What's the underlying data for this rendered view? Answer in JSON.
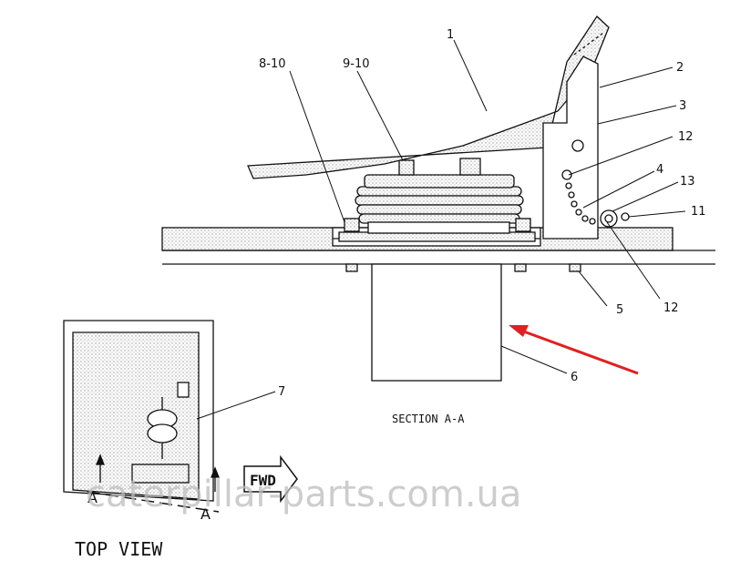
{
  "drawing": {
    "callouts": [
      {
        "id": "c1",
        "text": "1"
      },
      {
        "id": "c2",
        "text": "2"
      },
      {
        "id": "c3",
        "text": "3"
      },
      {
        "id": "c12a",
        "text": "12"
      },
      {
        "id": "c4",
        "text": "4"
      },
      {
        "id": "c13",
        "text": "13"
      },
      {
        "id": "c11",
        "text": "11"
      },
      {
        "id": "c12b",
        "text": "12"
      },
      {
        "id": "c5",
        "text": "5"
      },
      {
        "id": "c6",
        "text": "6"
      },
      {
        "id": "c7",
        "text": "7"
      },
      {
        "id": "c8_10",
        "text": "8-10"
      },
      {
        "id": "c9_10",
        "text": "9-10"
      }
    ],
    "section_caption": "SECTION A-A",
    "top_view_caption": "TOP VIEW",
    "fwd_label": "FWD",
    "section_marker_left": "A",
    "section_marker_right": "A",
    "watermark": "caterpillar-parts.com.ua",
    "colors": {
      "line": "#111111",
      "stipple": "#cfcfcf",
      "arrow": "#e02020",
      "watermark": "#bdbdbd"
    }
  }
}
